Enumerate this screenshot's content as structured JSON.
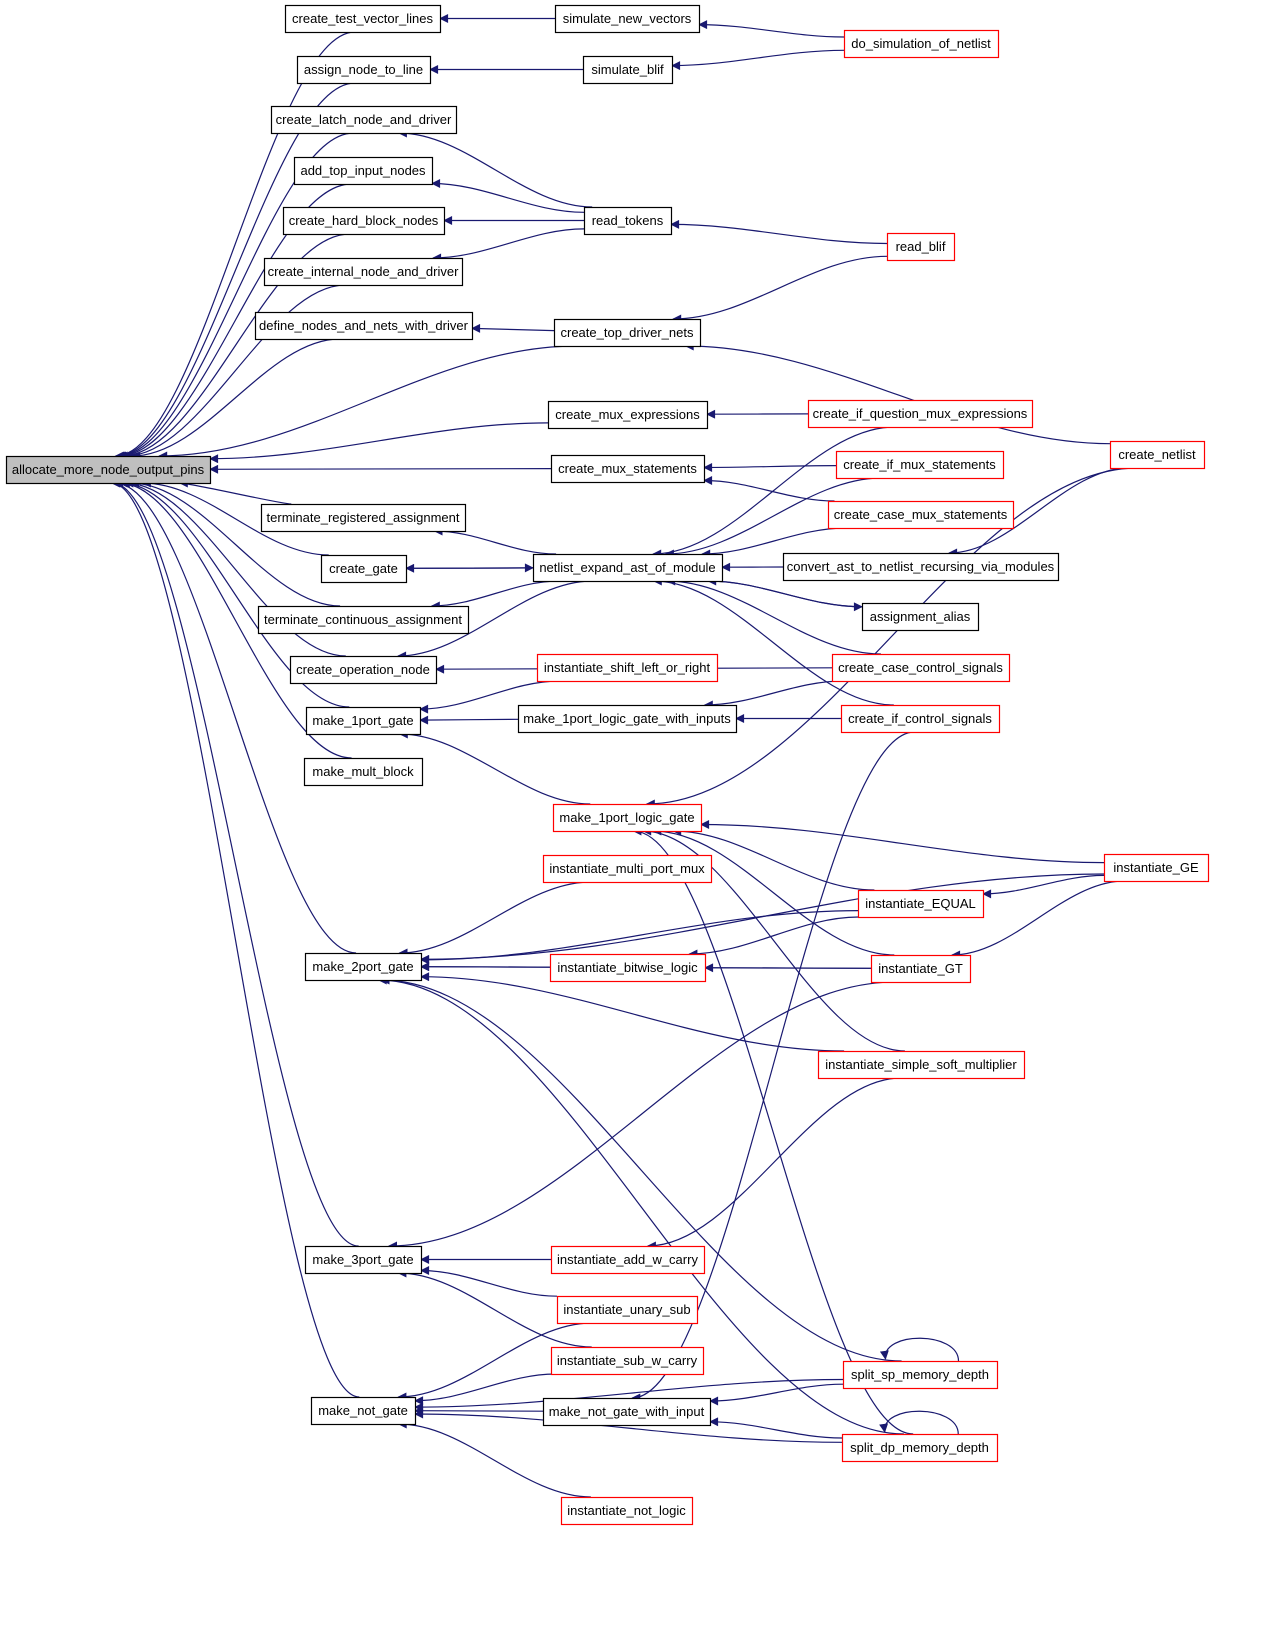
{
  "colors": {
    "edge": "#191970",
    "node_border_black": "#000000",
    "node_border_red": "#ff0000",
    "root_fill": "#bfbfbf",
    "node_fill": "#ffffff"
  },
  "nodes": [
    {
      "id": "allocate",
      "label": "allocate_more_node_output_pins",
      "border": "black",
      "fill": "root"
    },
    {
      "id": "create_test_vector_lines",
      "label": "create_test_vector_lines",
      "border": "black"
    },
    {
      "id": "assign_node_to_line",
      "label": "assign_node_to_line",
      "border": "black"
    },
    {
      "id": "create_latch_node_and_driver",
      "label": "create_latch_node_and_driver",
      "border": "black"
    },
    {
      "id": "add_top_input_nodes",
      "label": "add_top_input_nodes",
      "border": "black"
    },
    {
      "id": "create_hard_block_nodes",
      "label": "create_hard_block_nodes",
      "border": "black"
    },
    {
      "id": "create_internal_node_and_driver",
      "label": "create_internal_node_and_driver",
      "border": "black"
    },
    {
      "id": "define_nodes_and_nets_with_driver",
      "label": "define_nodes_and_nets_with_driver",
      "border": "black"
    },
    {
      "id": "terminate_registered_assignment",
      "label": "terminate_registered_assignment",
      "border": "black"
    },
    {
      "id": "create_gate",
      "label": "create_gate",
      "border": "black"
    },
    {
      "id": "terminate_continuous_assignment",
      "label": "terminate_continuous_assignment",
      "border": "black"
    },
    {
      "id": "create_operation_node",
      "label": "create_operation_node",
      "border": "black"
    },
    {
      "id": "make_1port_gate",
      "label": "make_1port_gate",
      "border": "black"
    },
    {
      "id": "make_mult_block",
      "label": "make_mult_block",
      "border": "black"
    },
    {
      "id": "make_2port_gate",
      "label": "make_2port_gate",
      "border": "black"
    },
    {
      "id": "make_3port_gate",
      "label": "make_3port_gate",
      "border": "black"
    },
    {
      "id": "make_not_gate",
      "label": "make_not_gate",
      "border": "black"
    },
    {
      "id": "simulate_new_vectors",
      "label": "simulate_new_vectors",
      "border": "black"
    },
    {
      "id": "simulate_blif",
      "label": "simulate_blif",
      "border": "black"
    },
    {
      "id": "read_tokens",
      "label": "read_tokens",
      "border": "black"
    },
    {
      "id": "create_top_driver_nets",
      "label": "create_top_driver_nets",
      "border": "black"
    },
    {
      "id": "create_mux_expressions",
      "label": "create_mux_expressions",
      "border": "black"
    },
    {
      "id": "create_mux_statements",
      "label": "create_mux_statements",
      "border": "black"
    },
    {
      "id": "netlist_expand_ast_of_module",
      "label": "netlist_expand_ast_of_module",
      "border": "black"
    },
    {
      "id": "instantiate_shift_left_or_right",
      "label": "instantiate_shift_left_or_right",
      "border": "red"
    },
    {
      "id": "make_1port_logic_gate_with_inputs",
      "label": "make_1port_logic_gate_with_inputs",
      "border": "black"
    },
    {
      "id": "make_1port_logic_gate",
      "label": "make_1port_logic_gate",
      "border": "red"
    },
    {
      "id": "instantiate_multi_port_mux",
      "label": "instantiate_multi_port_mux",
      "border": "red"
    },
    {
      "id": "instantiate_bitwise_logic",
      "label": "instantiate_bitwise_logic",
      "border": "red"
    },
    {
      "id": "instantiate_add_w_carry",
      "label": "instantiate_add_w_carry",
      "border": "red"
    },
    {
      "id": "instantiate_unary_sub",
      "label": "instantiate_unary_sub",
      "border": "red"
    },
    {
      "id": "instantiate_sub_w_carry",
      "label": "instantiate_sub_w_carry",
      "border": "red"
    },
    {
      "id": "make_not_gate_with_input",
      "label": "make_not_gate_with_input",
      "border": "black"
    },
    {
      "id": "instantiate_not_logic",
      "label": "instantiate_not_logic",
      "border": "red"
    },
    {
      "id": "do_simulation_of_netlist",
      "label": "do_simulation_of_netlist",
      "border": "red"
    },
    {
      "id": "read_blif",
      "label": "read_blif",
      "border": "red"
    },
    {
      "id": "create_if_question_mux_expressions",
      "label": "create_if_question_mux_expressions",
      "border": "red"
    },
    {
      "id": "create_if_mux_statements",
      "label": "create_if_mux_statements",
      "border": "red"
    },
    {
      "id": "create_case_mux_statements",
      "label": "create_case_mux_statements",
      "border": "red"
    },
    {
      "id": "convert_ast_to_netlist_recursing_via_modules",
      "label": "convert_ast_to_netlist_recursing_via_modules",
      "border": "black"
    },
    {
      "id": "assignment_alias",
      "label": "assignment_alias",
      "border": "black"
    },
    {
      "id": "create_case_control_signals",
      "label": "create_case_control_signals",
      "border": "red"
    },
    {
      "id": "create_if_control_signals",
      "label": "create_if_control_signals",
      "border": "red"
    },
    {
      "id": "instantiate_EQUAL",
      "label": "instantiate_EQUAL",
      "border": "red"
    },
    {
      "id": "instantiate_GT",
      "label": "instantiate_GT",
      "border": "red"
    },
    {
      "id": "instantiate_simple_soft_multiplier",
      "label": "instantiate_simple_soft_multiplier",
      "border": "red"
    },
    {
      "id": "split_sp_memory_depth",
      "label": "split_sp_memory_depth",
      "border": "red"
    },
    {
      "id": "split_dp_memory_depth",
      "label": "split_dp_memory_depth",
      "border": "red"
    },
    {
      "id": "create_netlist",
      "label": "create_netlist",
      "border": "red"
    },
    {
      "id": "instantiate_GE",
      "label": "instantiate_GE",
      "border": "red"
    }
  ],
  "edges": [
    {
      "from": "create_test_vector_lines",
      "to": "allocate"
    },
    {
      "from": "assign_node_to_line",
      "to": "allocate"
    },
    {
      "from": "create_latch_node_and_driver",
      "to": "allocate"
    },
    {
      "from": "add_top_input_nodes",
      "to": "allocate"
    },
    {
      "from": "create_hard_block_nodes",
      "to": "allocate"
    },
    {
      "from": "create_internal_node_and_driver",
      "to": "allocate"
    },
    {
      "from": "define_nodes_and_nets_with_driver",
      "to": "allocate"
    },
    {
      "from": "create_top_driver_nets",
      "to": "allocate"
    },
    {
      "from": "create_mux_expressions",
      "to": "allocate"
    },
    {
      "from": "create_mux_statements",
      "to": "allocate"
    },
    {
      "from": "terminate_registered_assignment",
      "to": "allocate"
    },
    {
      "from": "create_gate",
      "to": "allocate"
    },
    {
      "from": "terminate_continuous_assignment",
      "to": "allocate"
    },
    {
      "from": "create_operation_node",
      "to": "allocate"
    },
    {
      "from": "make_1port_gate",
      "to": "allocate"
    },
    {
      "from": "make_mult_block",
      "to": "allocate"
    },
    {
      "from": "make_2port_gate",
      "to": "allocate"
    },
    {
      "from": "make_3port_gate",
      "to": "allocate"
    },
    {
      "from": "make_not_gate",
      "to": "allocate"
    },
    {
      "from": "simulate_new_vectors",
      "to": "create_test_vector_lines"
    },
    {
      "from": "simulate_blif",
      "to": "assign_node_to_line"
    },
    {
      "from": "do_simulation_of_netlist",
      "to": "simulate_new_vectors"
    },
    {
      "from": "do_simulation_of_netlist",
      "to": "simulate_blif"
    },
    {
      "from": "read_tokens",
      "to": "create_latch_node_and_driver"
    },
    {
      "from": "read_tokens",
      "to": "add_top_input_nodes"
    },
    {
      "from": "read_tokens",
      "to": "create_hard_block_nodes"
    },
    {
      "from": "read_tokens",
      "to": "create_internal_node_and_driver"
    },
    {
      "from": "read_blif",
      "to": "read_tokens"
    },
    {
      "from": "create_top_driver_nets",
      "to": "define_nodes_and_nets_with_driver"
    },
    {
      "from": "read_blif",
      "to": "create_top_driver_nets"
    },
    {
      "from": "create_netlist",
      "to": "create_top_driver_nets"
    },
    {
      "from": "create_if_question_mux_expressions",
      "to": "create_mux_expressions"
    },
    {
      "from": "create_if_mux_statements",
      "to": "create_mux_statements"
    },
    {
      "from": "create_case_mux_statements",
      "to": "create_mux_statements"
    },
    {
      "from": "netlist_expand_ast_of_module",
      "to": "terminate_registered_assignment"
    },
    {
      "from": "netlist_expand_ast_of_module",
      "to": "create_gate"
    },
    {
      "from": "create_gate",
      "to": "netlist_expand_ast_of_module"
    },
    {
      "from": "netlist_expand_ast_of_module",
      "to": "terminate_continuous_assignment"
    },
    {
      "from": "netlist_expand_ast_of_module",
      "to": "create_operation_node"
    },
    {
      "from": "create_case_control_signals",
      "to": "create_operation_node"
    },
    {
      "from": "create_if_question_mux_expressions",
      "to": "netlist_expand_ast_of_module"
    },
    {
      "from": "create_if_mux_statements",
      "to": "netlist_expand_ast_of_module"
    },
    {
      "from": "create_case_mux_statements",
      "to": "netlist_expand_ast_of_module"
    },
    {
      "from": "convert_ast_to_netlist_recursing_via_modules",
      "to": "netlist_expand_ast_of_module"
    },
    {
      "from": "assignment_alias",
      "to": "netlist_expand_ast_of_module"
    },
    {
      "from": "netlist_expand_ast_of_module",
      "to": "assignment_alias"
    },
    {
      "from": "create_case_control_signals",
      "to": "netlist_expand_ast_of_module"
    },
    {
      "from": "create_if_control_signals",
      "to": "netlist_expand_ast_of_module"
    },
    {
      "from": "create_netlist",
      "to": "convert_ast_to_netlist_recursing_via_modules"
    },
    {
      "from": "instantiate_shift_left_or_right",
      "to": "make_1port_gate"
    },
    {
      "from": "make_1port_logic_gate_with_inputs",
      "to": "make_1port_gate"
    },
    {
      "from": "make_1port_logic_gate",
      "to": "make_1port_gate"
    },
    {
      "from": "create_case_control_signals",
      "to": "make_1port_logic_gate_with_inputs"
    },
    {
      "from": "create_if_control_signals",
      "to": "make_1port_logic_gate_with_inputs"
    },
    {
      "from": "instantiate_GE",
      "to": "make_2port_gate"
    },
    {
      "from": "instantiate_multi_port_mux",
      "to": "make_2port_gate"
    },
    {
      "from": "instantiate_EQUAL",
      "to": "make_2port_gate"
    },
    {
      "from": "instantiate_bitwise_logic",
      "to": "make_2port_gate"
    },
    {
      "from": "instantiate_GT",
      "to": "make_2port_gate"
    },
    {
      "from": "instantiate_simple_soft_multiplier",
      "to": "make_2port_gate"
    },
    {
      "from": "split_sp_memory_depth",
      "to": "make_2port_gate"
    },
    {
      "from": "split_dp_memory_depth",
      "to": "make_2port_gate"
    },
    {
      "from": "instantiate_EQUAL",
      "to": "make_1port_logic_gate"
    },
    {
      "from": "instantiate_GE",
      "to": "make_1port_logic_gate"
    },
    {
      "from": "instantiate_GT",
      "to": "make_1port_logic_gate"
    },
    {
      "from": "instantiate_simple_soft_multiplier",
      "to": "make_1port_logic_gate"
    },
    {
      "from": "split_dp_memory_depth",
      "to": "make_1port_logic_gate"
    },
    {
      "from": "instantiate_EQUAL",
      "to": "instantiate_bitwise_logic"
    },
    {
      "from": "instantiate_GT",
      "to": "instantiate_bitwise_logic"
    },
    {
      "from": "instantiate_GE",
      "to": "instantiate_EQUAL"
    },
    {
      "from": "instantiate_GE",
      "to": "instantiate_GT"
    },
    {
      "from": "instantiate_GT",
      "to": "make_3port_gate"
    },
    {
      "from": "instantiate_add_w_carry",
      "to": "make_3port_gate"
    },
    {
      "from": "instantiate_unary_sub",
      "to": "make_3port_gate"
    },
    {
      "from": "instantiate_sub_w_carry",
      "to": "make_3port_gate"
    },
    {
      "from": "instantiate_simple_soft_multiplier",
      "to": "instantiate_add_w_carry"
    },
    {
      "from": "instantiate_unary_sub",
      "to": "make_not_gate"
    },
    {
      "from": "instantiate_sub_w_carry",
      "to": "make_not_gate"
    },
    {
      "from": "make_not_gate_with_input",
      "to": "make_not_gate"
    },
    {
      "from": "split_sp_memory_depth",
      "to": "make_not_gate"
    },
    {
      "from": "instantiate_not_logic",
      "to": "make_not_gate"
    },
    {
      "from": "split_dp_memory_depth",
      "to": "make_not_gate"
    },
    {
      "from": "create_if_control_signals",
      "to": "make_not_gate_with_input"
    },
    {
      "from": "split_sp_memory_depth",
      "to": "make_not_gate_with_input"
    },
    {
      "from": "split_dp_memory_depth",
      "to": "make_not_gate_with_input"
    },
    {
      "from": "split_sp_memory_depth",
      "to": "split_sp_memory_depth"
    },
    {
      "from": "split_dp_memory_depth",
      "to": "split_dp_memory_depth"
    },
    {
      "from": "create_netlist",
      "to": "make_1port_logic_gate"
    }
  ]
}
